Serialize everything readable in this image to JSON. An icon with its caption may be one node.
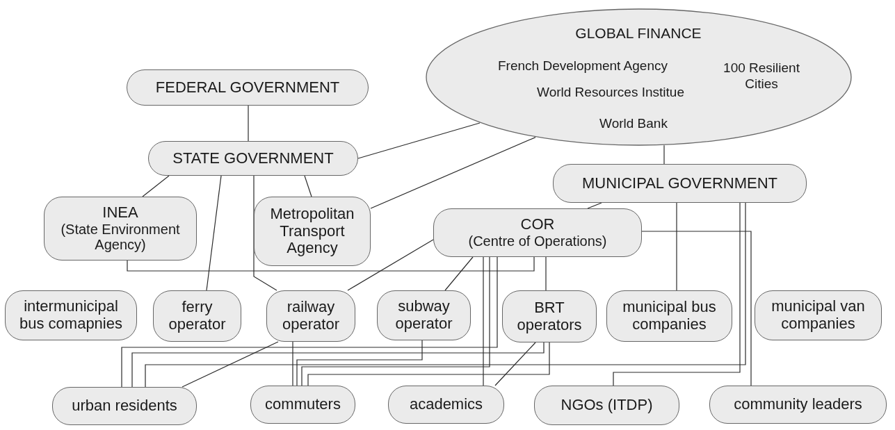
{
  "diagram": {
    "nodes": [
      {
        "text": [
          "GLOBAL FINANCE",
          "French Development Agency",
          "100 Resilient Cities",
          "World Resources Institue",
          "World Bank"
        ]
      },
      {
        "text": [
          "FEDERAL GOVERNMENT"
        ]
      },
      {
        "text": [
          "STATE GOVERNMENT"
        ]
      },
      {
        "text": [
          "MUNICIPAL GOVERNMENT"
        ]
      },
      {
        "text": [
          "INEA",
          "(State Environment Agency)"
        ]
      },
      {
        "text": [
          "Metropolitan Transport Agency"
        ]
      },
      {
        "text": [
          "COR",
          "(Centre of Operations)"
        ]
      },
      {
        "text": [
          "intermunicipal bus comapnies"
        ]
      },
      {
        "text": [
          "ferry operator"
        ]
      },
      {
        "text": [
          "railway operator"
        ]
      },
      {
        "text": [
          "subway operator"
        ]
      },
      {
        "text": [
          "BRT operators"
        ]
      },
      {
        "text": [
          "municipal bus companies"
        ]
      },
      {
        "text": [
          "municipal van companies"
        ]
      },
      {
        "text": [
          "urban residents"
        ]
      },
      {
        "text": [
          "commuters"
        ]
      },
      {
        "text": [
          "academics"
        ]
      },
      {
        "text": [
          "NGOs (ITDP)"
        ]
      },
      {
        "text": [
          "community leaders"
        ]
      }
    ],
    "edges": [
      {
        "from": 1,
        "to": 2,
        "arrow": "none"
      },
      {
        "from": 0,
        "to": 2,
        "arrow": "none"
      },
      {
        "from": 0,
        "to": 5,
        "arrow": "none"
      },
      {
        "from": 0,
        "to": 3,
        "arrow": "none"
      },
      {
        "from": 2,
        "to": 4,
        "arrow": "none"
      },
      {
        "from": 2,
        "to": 8,
        "arrow": "none"
      },
      {
        "from": 2,
        "to": 9,
        "arrow": "none"
      },
      {
        "from": 2,
        "to": 5,
        "arrow": "none"
      },
      {
        "from": 3,
        "to": 6,
        "arrow": "none"
      },
      {
        "from": 3,
        "to": 12,
        "arrow": "none"
      },
      {
        "from": 3,
        "to": 14,
        "arrow": "none"
      },
      {
        "from": 3,
        "to": 17,
        "arrow": "none"
      },
      {
        "from": 4,
        "to": 6,
        "arrow": "none"
      },
      {
        "from": 6,
        "to": 9,
        "arrow": "none"
      },
      {
        "from": 6,
        "to": 10,
        "arrow": "none"
      },
      {
        "from": 6,
        "to": 11,
        "arrow": "none"
      },
      {
        "from": 6,
        "to": 16,
        "arrow": "none"
      },
      {
        "from": 6,
        "to": 15,
        "arrow": "none"
      },
      {
        "from": 6,
        "to": 14,
        "arrow": "none"
      },
      {
        "from": 6,
        "to": 18,
        "arrow": "none"
      },
      {
        "from": 9,
        "to": 14,
        "arrow": "none"
      },
      {
        "from": 9,
        "to": 15,
        "arrow": "none"
      },
      {
        "from": 10,
        "to": 15,
        "arrow": "none"
      },
      {
        "from": 11,
        "to": 14,
        "arrow": "none"
      },
      {
        "from": 11,
        "to": 15,
        "arrow": "none"
      },
      {
        "from": 11,
        "to": 16,
        "arrow": "none"
      }
    ]
  }
}
